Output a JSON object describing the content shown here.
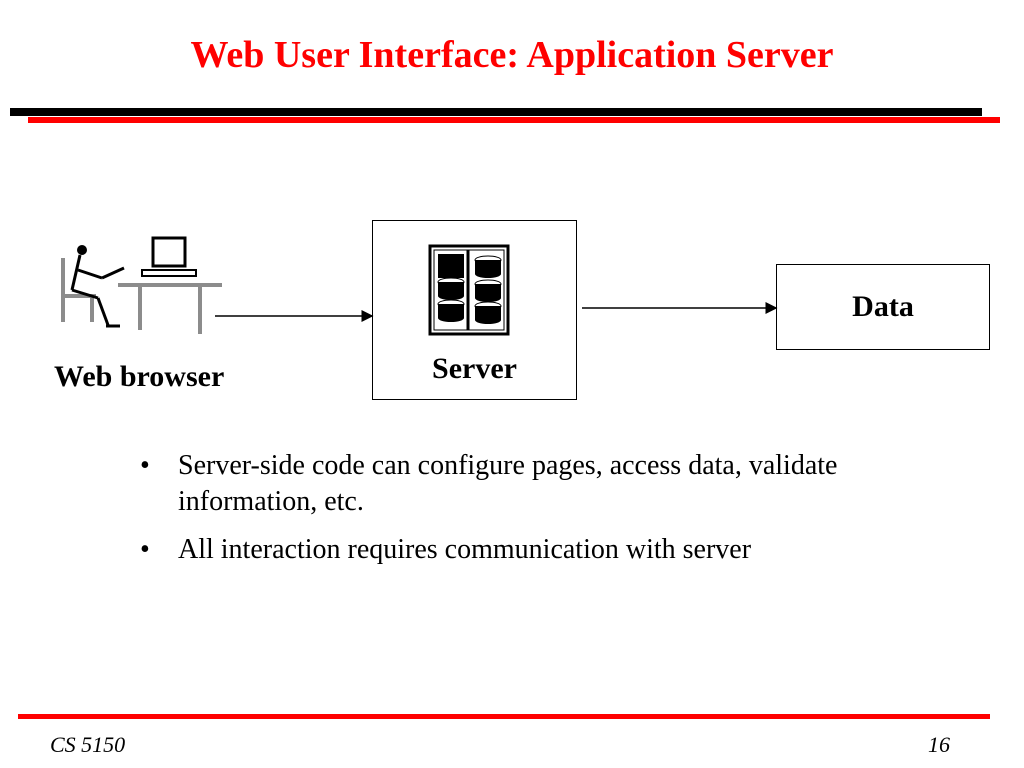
{
  "slide": {
    "title": "Web User Interface: Application Server"
  },
  "diagram": {
    "browser_label": "Web browser",
    "server_label": "Server",
    "data_label": "Data",
    "icons": [
      "person-at-computer-icon",
      "server-rack-icon"
    ]
  },
  "bullets": [
    "Server-side code can configure pages, access data, validate information, etc.",
    "All interaction requires communication  with  server"
  ],
  "footer": {
    "course": "CS 5150",
    "page_number": "16"
  },
  "colors": {
    "title": "#ff0000",
    "rule_black": "#000000",
    "rule_red": "#ff0000"
  }
}
